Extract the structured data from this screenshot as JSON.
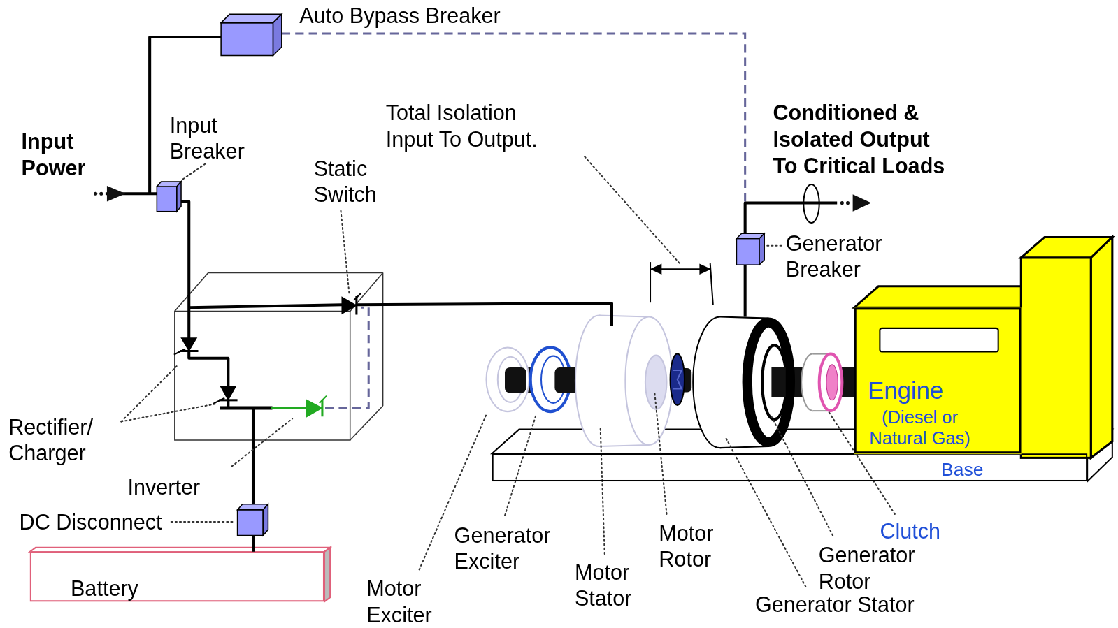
{
  "diagram": {
    "nodes": [
      {
        "text": [
          "Battery"
        ]
      },
      {
        "text": [
          "Base"
        ]
      },
      {
        "text": [
          "Engine",
          "(Diesel or Natural Gas)"
        ]
      }
    ],
    "labels": [
      "Auto Bypass Breaker",
      "Input Power",
      "Input Breaker",
      "Static Switch",
      "Total Isolation Input To Output.",
      "Conditioned & Isolated Output To Critical Loads",
      "Generator Breaker",
      "Rectifier/ Charger",
      "Inverter",
      "DC Disconnect",
      "Motor Exciter",
      "Generator Exciter",
      "Motor Stator",
      "Motor Rotor",
      "Clutch",
      "Generator Rotor",
      "Generator Stator"
    ]
  }
}
